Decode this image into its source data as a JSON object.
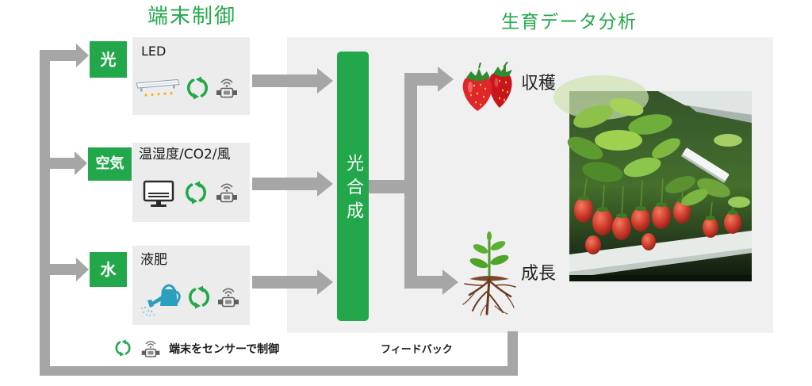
{
  "titles": {
    "control": "端末制御",
    "analysis": "生育データ分析"
  },
  "rows": [
    {
      "label": "光",
      "name": "LED"
    },
    {
      "label": "空気",
      "name": "温湿度/CO2/風"
    },
    {
      "label": "水",
      "name": "液肥"
    }
  ],
  "process": {
    "label": "光合成"
  },
  "outcomes": {
    "harvest": "収穫",
    "growth": "成長"
  },
  "legend": {
    "sensor_control": "端末をセンサーで制御",
    "feedback": "フィードバック"
  },
  "icons": {
    "light_device": "led-light-icon",
    "air_device": "air-conditioner-icon",
    "water_device": "watering-can-icon",
    "control_cycle": "cycle-arrows-icon",
    "sensor": "sensor-device-icon",
    "harvest": "strawberry-icon",
    "growth": "sprout-roots-icon"
  },
  "colors": {
    "accent_green": "#22a84a",
    "arrow_gray": "#a6a6a6",
    "panel_gray": "#ececec",
    "background_gray": "#f0f0f0"
  }
}
